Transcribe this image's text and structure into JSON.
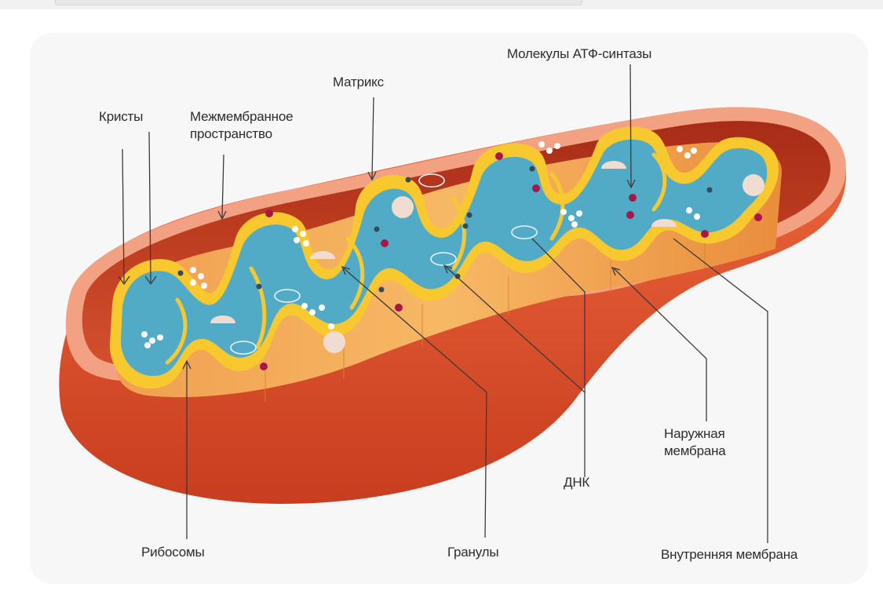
{
  "diagram": {
    "labels": {
      "cristae": "Кристы",
      "intermembrane_1": "Межмембранное",
      "intermembrane_2": "пространство",
      "matrix": "Матрикс",
      "atp_synthase": "Молекулы АТФ-синтазы",
      "ribosomes": "Рибосомы",
      "granules": "Гранулы",
      "dna": "ДНК",
      "outer_membrane_1": "Наружная",
      "outer_membrane_2": "мембрана",
      "inner_membrane": "Внутренняя мембрана"
    },
    "colors": {
      "outer_wall": "#e4552f",
      "outer_wall_dark": "#c83d1f",
      "outer_rim": "#f2a283",
      "interior_red": "#c0391e",
      "cristae_orange": "#f4a04c",
      "inner_membrane_yellow": "#f7c92e",
      "matrix_blue": "#52abc6",
      "ribosome_white": "#ffffff",
      "granule_pink": "#f1dcd2",
      "particle_red": "#a8174a",
      "particle_dark": "#344a5e"
    }
  }
}
